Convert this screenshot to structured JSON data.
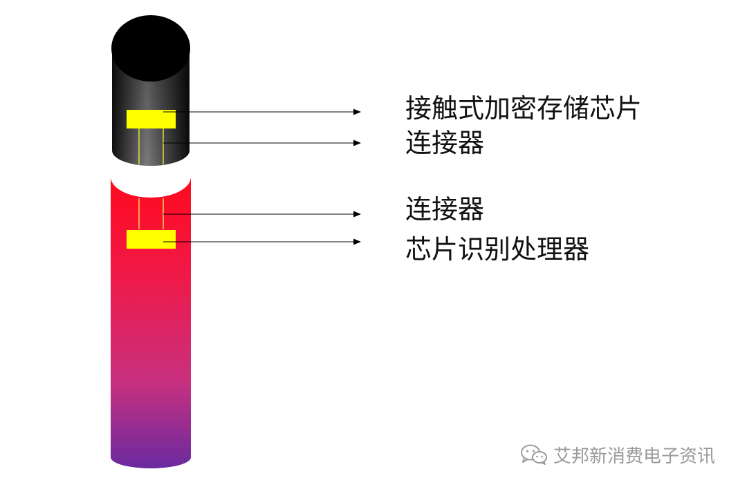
{
  "labels": {
    "chip": "接触式加密存储芯片",
    "connector_top": "连接器",
    "connector_bottom": "连接器",
    "processor": "芯片识别处理器"
  },
  "watermark": {
    "icon": "wechat-icon",
    "text": "艾邦新消费电子资讯"
  },
  "colors": {
    "cap_body_top": "#6a6a6a",
    "cap_body_edge": "#000000",
    "cap_top_face": "#000000",
    "body_top": "#ff0a1e",
    "body_bottom": "#6a2aa0",
    "chip": "#ffff00",
    "lines": "#000000",
    "watermark": "#9a9a9a"
  }
}
